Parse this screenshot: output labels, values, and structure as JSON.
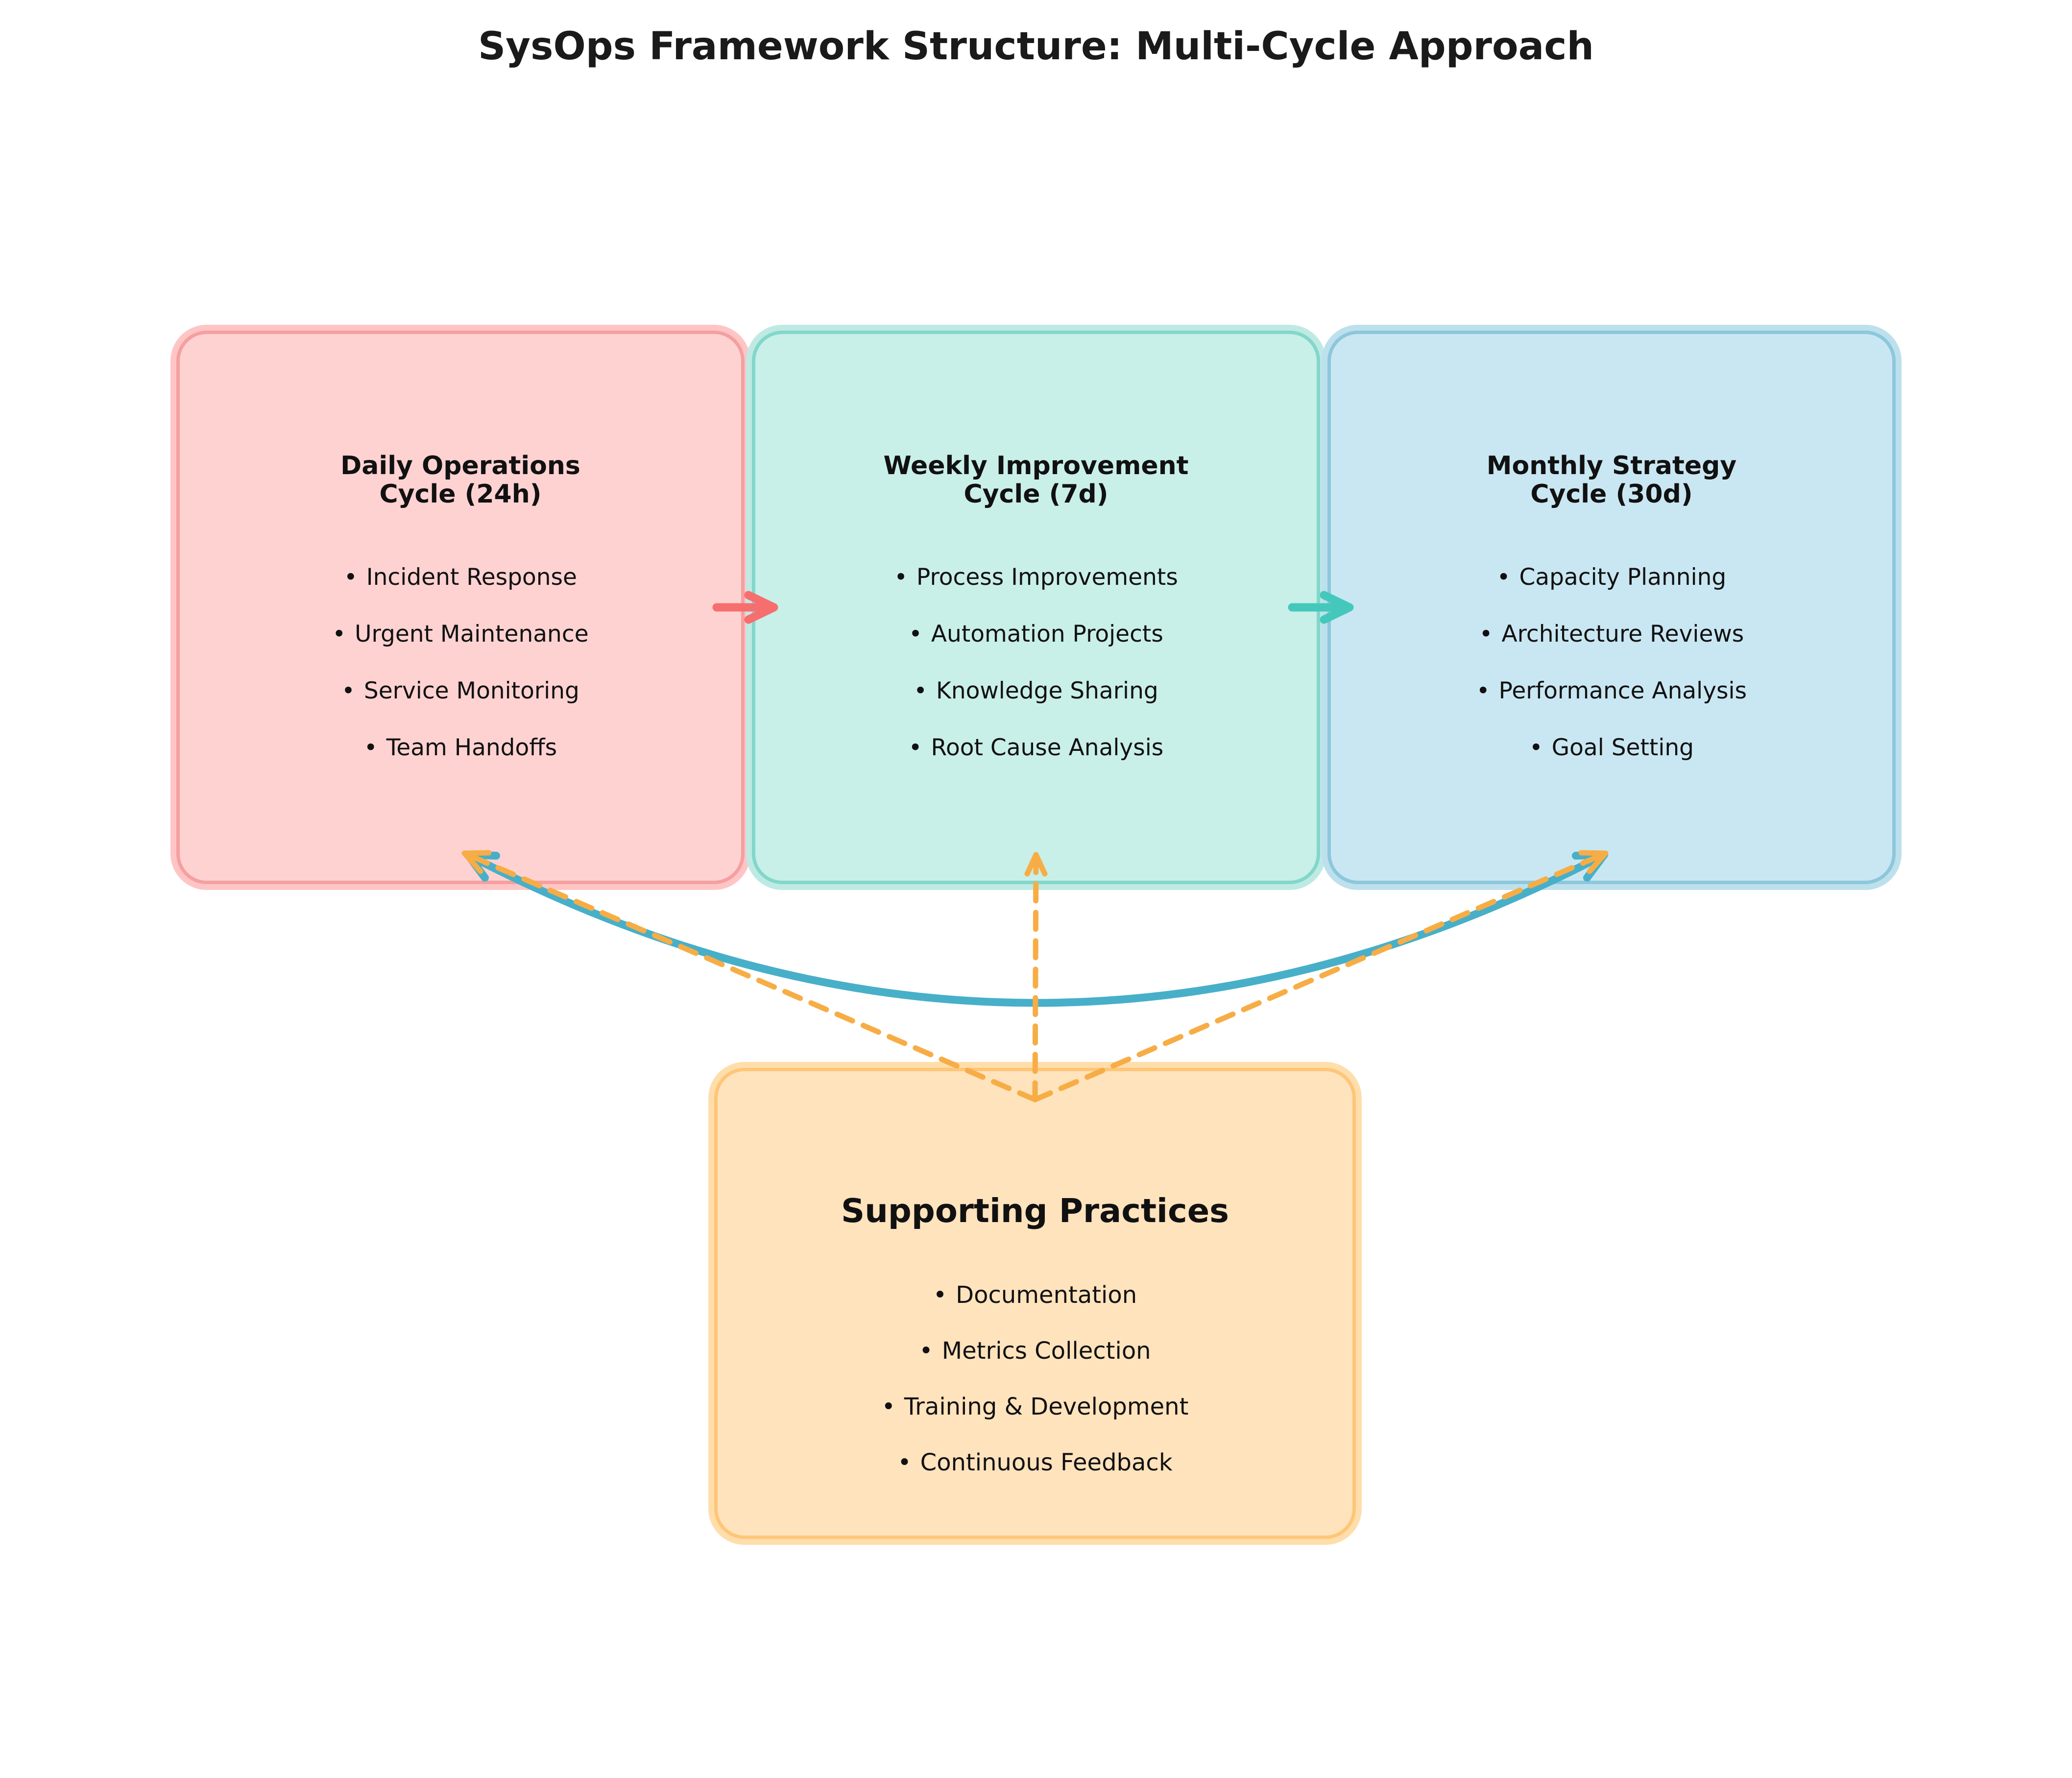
{
  "title": "SysOps Framework Structure: Multi-Cycle Approach",
  "ui": {
    "bullet": "•"
  },
  "cycles": [
    {
      "title_line1": "Daily Operations",
      "title_line2": "Cycle (24h)",
      "items": [
        "Incident Response",
        "Urgent Maintenance",
        "Service Monitoring",
        "Team Handoffs"
      ]
    },
    {
      "title_line1": "Weekly Improvement",
      "title_line2": "Cycle (7d)",
      "items": [
        "Process Improvements",
        "Automation Projects",
        "Knowledge Sharing",
        "Root Cause Analysis"
      ]
    },
    {
      "title_line1": "Monthly Strategy",
      "title_line2": "Cycle (30d)",
      "items": [
        "Capacity Planning",
        "Architecture Reviews",
        "Performance Analysis",
        "Goal Setting"
      ]
    }
  ],
  "support": {
    "title": "Supporting Practices",
    "items": [
      "Documentation",
      "Metrics Collection",
      "Training & Development",
      "Continuous Feedback"
    ]
  },
  "colors": {
    "daily_fill": "#FFD2D2",
    "daily_border": "#F4A0A0",
    "daily_halo": "#FFC5C5",
    "weekly_fill": "#C9EFE9",
    "weekly_border": "#82D7CA",
    "weekly_halo": "#BEEAE3",
    "monthly_fill": "#C9E7F2",
    "monthly_border": "#8DC7DC",
    "monthly_halo": "#BDE0ED",
    "support_fill": "#FFE3BD",
    "support_border": "#FFC678",
    "support_halo": "#FFDEAC",
    "arrow_red": "#F76E6E",
    "arrow_teal": "#45C8BC",
    "arrow_blue": "#48AFC9",
    "arrow_orange": "#F7AD45",
    "text": "#111111"
  }
}
